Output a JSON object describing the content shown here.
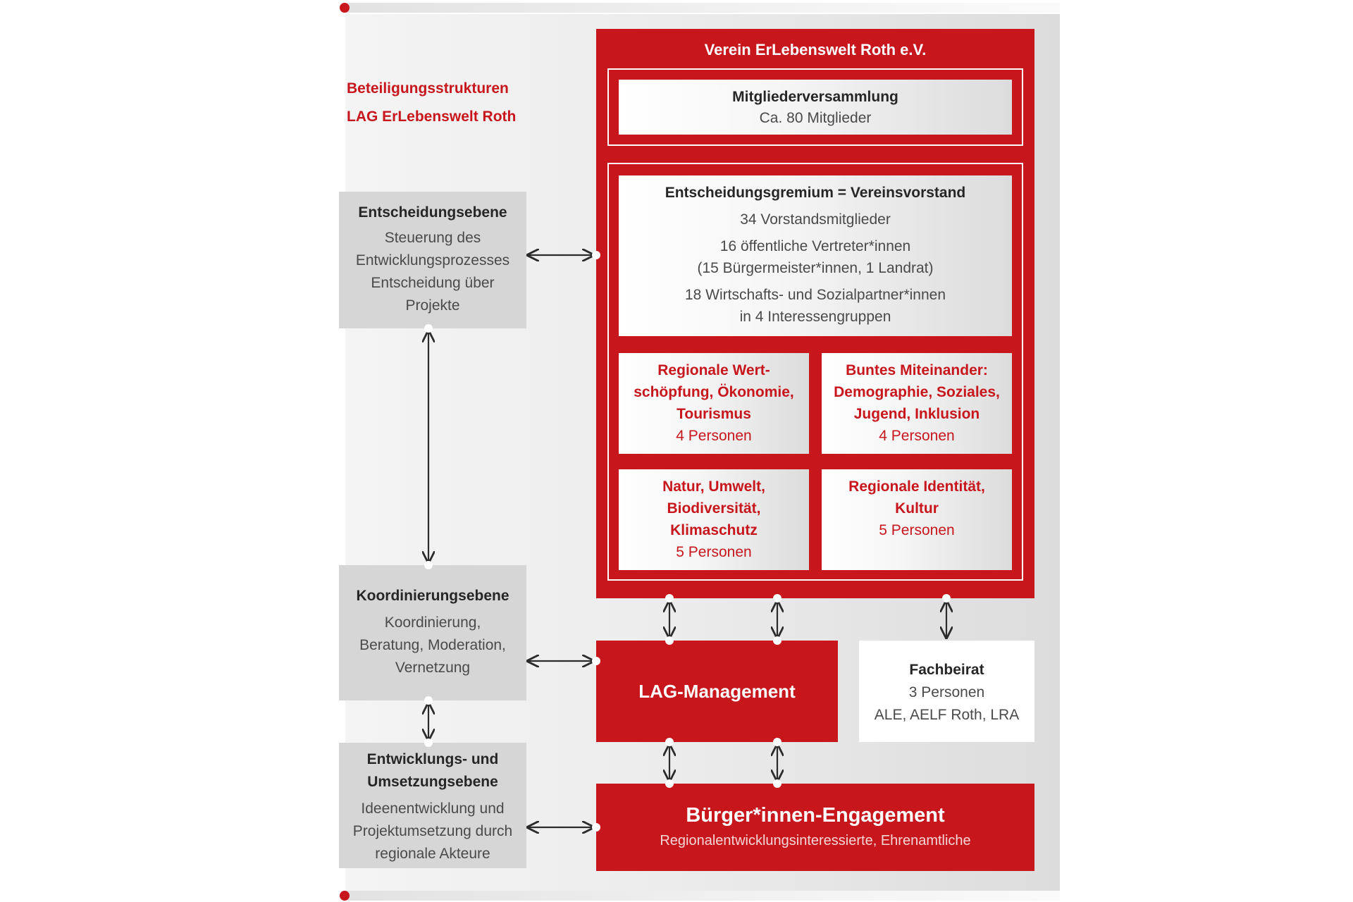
{
  "heading": {
    "line1": "Beteiligungsstrukturen",
    "line2": "LAG ErLebenswelt Roth"
  },
  "levels": {
    "decision": {
      "title": "Entscheidungsebene",
      "lines": [
        "Steuerung des",
        "Entwicklungsprozesses",
        "Entscheidung über",
        "Projekte"
      ]
    },
    "coordination": {
      "title": "Koordinierungsebene",
      "lines": [
        "Koordinierung,",
        "Beratung, Moderation,",
        "Vernetzung"
      ]
    },
    "development": {
      "title_lines": [
        "Entwicklungs- und",
        "Umsetzungsebene"
      ],
      "lines": [
        "Ideenentwicklung und",
        "Projektumsetzung durch",
        "regionale Akteure"
      ]
    }
  },
  "verein": {
    "title": "Verein ErLebenswelt Roth e.V.",
    "assembly": {
      "title": "Mitgliederversammlung",
      "subtitle": "Ca. 80 Mitglieder"
    },
    "board": {
      "title": "Entscheidungsgremium = Vereinsvorstand",
      "line1": "34 Vorstandsmitglieder",
      "line2": "16 öffentliche Vertreter*innen",
      "line3": "(15 Bürgermeister*innen, 1 Landrat)",
      "line4": "18 Wirtschafts- und Sozialpartner*innen",
      "line5": "in 4 Interessengruppen"
    },
    "groups": [
      {
        "title_lines": [
          "Regionale Wert-",
          "schöpfung, Ökonomie,",
          "Tourismus"
        ],
        "persons": "4 Personen"
      },
      {
        "title_lines": [
          "Buntes Miteinander:",
          "Demographie, Soziales,",
          "Jugend, Inklusion"
        ],
        "persons": "4 Personen"
      },
      {
        "title_lines": [
          "Natur, Umwelt,",
          "Biodiversität,",
          "Klimaschutz"
        ],
        "persons": "5 Personen"
      },
      {
        "title_lines": [
          "Regionale Identität,",
          "Kultur"
        ],
        "persons": "5 Personen"
      }
    ]
  },
  "management": {
    "label": "LAG-Management"
  },
  "advisory": {
    "title": "Fachbeirat",
    "line1": "3 Personen",
    "line2": "ALE, AELF Roth, LRA"
  },
  "engagement": {
    "title": "Bürger*innen-Engagement",
    "subtitle": "Regionalentwicklungsinteressierte, Ehrenamtliche"
  },
  "colors": {
    "accent_red": "#c8161d",
    "grey_box": "#d6d6d6",
    "arrow": "#2b2b2b"
  }
}
